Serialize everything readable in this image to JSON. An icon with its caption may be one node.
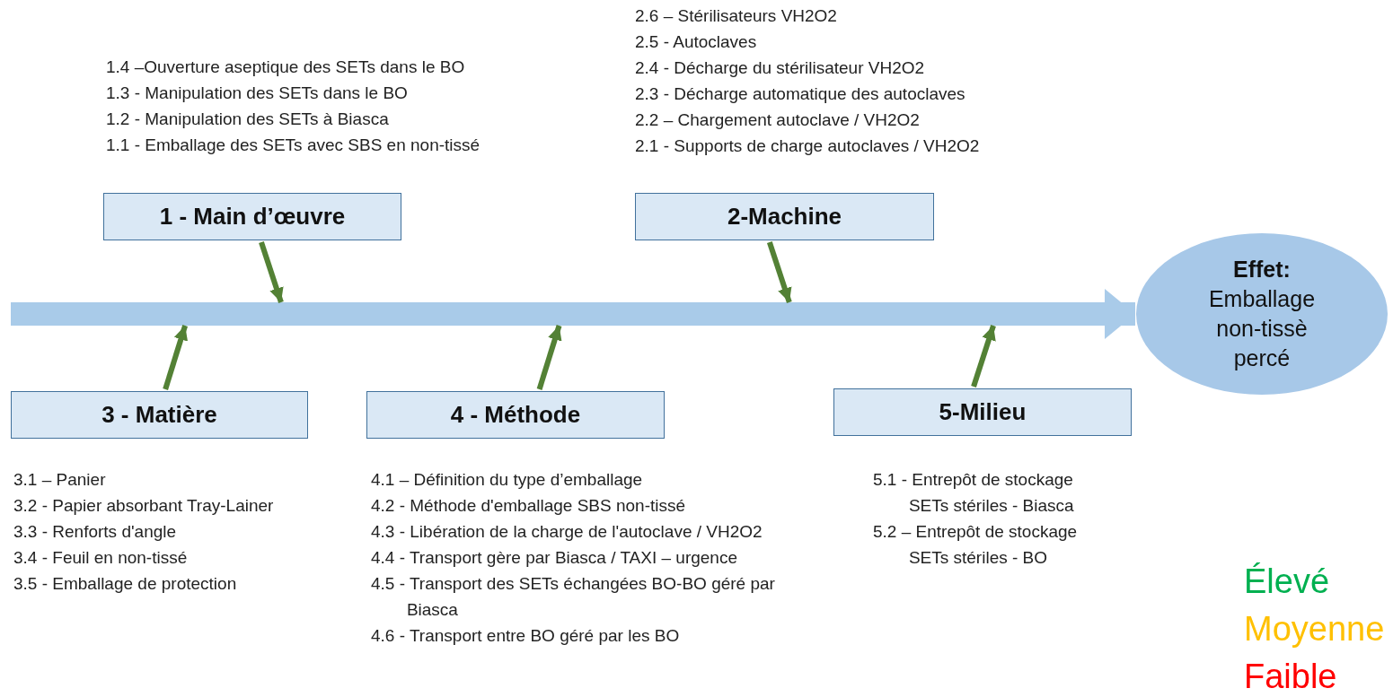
{
  "diagram": {
    "nodes": [
      {
        "text": [
          "1 - Main d’œuvre"
        ],
        "beside": [
          "1.4 –Ouverture aseptique des SETs dans le BO",
          "1.3 - Manipulation des SETs dans le BO",
          "1.2 - Manipulation des SETs à Biasca",
          "1.1 - Emballage des SETs avec SBS en non-tissé"
        ]
      },
      {
        "text": [
          "2-Machine"
        ],
        "beside": [
          "2.6 – Stérilisateurs VH2O2",
          "2.5 - Autoclaves",
          "2.4 - Décharge du stérilisateur VH2O2",
          "2.3 - Décharge automatique des autoclaves",
          "2.2 – Chargement autoclave / VH2O2",
          "2.1 - Supports de charge autoclaves / VH2O2"
        ]
      },
      {
        "text": [],
        "shape": "bar"
      },
      {
        "text": [
          "Effet:",
          "Emballage non-tissè percé"
        ]
      },
      {
        "text": [
          "3 - Matière"
        ],
        "beside": [
          "3.1 – Panier",
          "3.2 - Papier  absorbant Tray-Lainer",
          "3.3 - Renforts d'angle",
          "3.4 - Feuil en non-tissé",
          "3.5 - Emballage de protection"
        ]
      },
      {
        "text": [
          "4 - Méthode"
        ],
        "beside": [
          "4.1 – Définition du type d’emballage",
          "4.2 - Méthode d'emballage SBS non-tissé",
          "4.3 - Libération de la charge de l'autoclave / VH2O2",
          "4.4 - Transport gère par Biasca / TAXI – urgence",
          "4.5 - Transport des SETs échangées BO-BO géré par Biasca",
          "4.6 - Transport entre BO géré par les BO"
        ]
      },
      {
        "text": [
          "5-Milieu"
        ],
        "beside": [
          "5.1 - Entrepôt de stockage SETs stériles - Biasca",
          "5.2 – Entrepôt de stockage SETs stériles - BO"
        ]
      }
    ],
    "edges": [
      {
        "from": 0,
        "to": 2,
        "arrow": "to"
      },
      {
        "from": 1,
        "to": 2,
        "arrow": "to"
      },
      {
        "from": 4,
        "to": 2,
        "arrow": "to"
      },
      {
        "from": 5,
        "to": 2,
        "arrow": "to"
      },
      {
        "from": 6,
        "to": 2,
        "arrow": "to"
      },
      {
        "from": 2,
        "to": 3,
        "arrow": "to",
        "style": "thick",
        "color": "#a9cbe9"
      }
    ],
    "legend": [
      {
        "text": "Élevé",
        "color": "#00b050"
      },
      {
        "text": "Moyenne",
        "color": "#ffc000"
      },
      {
        "text": "Faible",
        "color": "#ff0000"
      }
    ]
  }
}
